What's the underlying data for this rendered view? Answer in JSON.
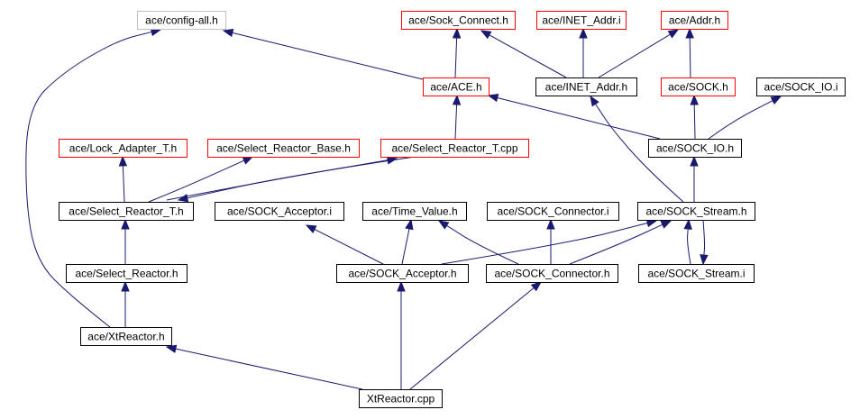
{
  "diagram": {
    "type": "include-dependency-graph",
    "root": "XtReactor.cpp",
    "colors": {
      "edge": "#191970",
      "border_default": "#000000",
      "border_truncated": "#ff0000",
      "border_external": "#bfbfbf",
      "root_fill": "#000000",
      "root_text": "#ffffff"
    },
    "nodes": [
      {
        "id": "config_all_h",
        "label": "ace/config-all.h",
        "style": "external"
      },
      {
        "id": "sock_connect_h",
        "label": "ace/Sock_Connect.h",
        "style": "truncated"
      },
      {
        "id": "inet_addr_i",
        "label": "ace/INET_Addr.i",
        "style": "truncated"
      },
      {
        "id": "addr_h",
        "label": "ace/Addr.h",
        "style": "truncated"
      },
      {
        "id": "ace_h",
        "label": "ace/ACE.h",
        "style": "truncated"
      },
      {
        "id": "inet_addr_h",
        "label": "ace/INET_Addr.h",
        "style": "default"
      },
      {
        "id": "sock_h",
        "label": "ace/SOCK.h",
        "style": "truncated"
      },
      {
        "id": "sock_io_i",
        "label": "ace/SOCK_IO.i",
        "style": "default"
      },
      {
        "id": "lock_adapter_t_h",
        "label": "ace/Lock_Adapter_T.h",
        "style": "truncated"
      },
      {
        "id": "select_reactor_base_h",
        "label": "ace/Select_Reactor_Base.h",
        "style": "truncated"
      },
      {
        "id": "select_reactor_t_cpp",
        "label": "ace/Select_Reactor_T.cpp",
        "style": "truncated"
      },
      {
        "id": "sock_io_h",
        "label": "ace/SOCK_IO.h",
        "style": "default"
      },
      {
        "id": "select_reactor_t_h",
        "label": "ace/Select_Reactor_T.h",
        "style": "default"
      },
      {
        "id": "sock_acceptor_i",
        "label": "ace/SOCK_Acceptor.i",
        "style": "default"
      },
      {
        "id": "time_value_h",
        "label": "ace/Time_Value.h",
        "style": "default"
      },
      {
        "id": "sock_connector_i",
        "label": "ace/SOCK_Connector.i",
        "style": "default"
      },
      {
        "id": "sock_stream_h",
        "label": "ace/SOCK_Stream.h",
        "style": "default"
      },
      {
        "id": "select_reactor_h",
        "label": "ace/Select_Reactor.h",
        "style": "default"
      },
      {
        "id": "sock_acceptor_h",
        "label": "ace/SOCK_Acceptor.h",
        "style": "default"
      },
      {
        "id": "sock_connector_h",
        "label": "ace/SOCK_Connector.h",
        "style": "default"
      },
      {
        "id": "sock_stream_i",
        "label": "ace/SOCK_Stream.i",
        "style": "default"
      },
      {
        "id": "xtreactor_h",
        "label": "ace/XtReactor.h",
        "style": "default"
      },
      {
        "id": "xtreactor_cpp",
        "label": "XtReactor.cpp",
        "style": "root"
      }
    ],
    "edges": [
      {
        "from": "xtreactor_cpp",
        "to": "xtreactor_h"
      },
      {
        "from": "xtreactor_cpp",
        "to": "sock_acceptor_h"
      },
      {
        "from": "xtreactor_cpp",
        "to": "sock_connector_h"
      },
      {
        "from": "xtreactor_h",
        "to": "select_reactor_h"
      },
      {
        "from": "xtreactor_h",
        "to": "config_all_h"
      },
      {
        "from": "select_reactor_h",
        "to": "select_reactor_t_h"
      },
      {
        "from": "select_reactor_t_h",
        "to": "lock_adapter_t_h"
      },
      {
        "from": "select_reactor_t_h",
        "to": "select_reactor_base_h"
      },
      {
        "from": "select_reactor_t_h",
        "to": "select_reactor_t_cpp"
      },
      {
        "from": "select_reactor_t_cpp",
        "to": "select_reactor_t_h"
      },
      {
        "from": "select_reactor_t_cpp",
        "to": "ace_h"
      },
      {
        "from": "ace_h",
        "to": "config_all_h"
      },
      {
        "from": "ace_h",
        "to": "sock_connect_h"
      },
      {
        "from": "inet_addr_h",
        "to": "sock_connect_h"
      },
      {
        "from": "inet_addr_h",
        "to": "inet_addr_i"
      },
      {
        "from": "inet_addr_h",
        "to": "addr_h"
      },
      {
        "from": "sock_h",
        "to": "addr_h"
      },
      {
        "from": "sock_io_h",
        "to": "ace_h"
      },
      {
        "from": "sock_io_h",
        "to": "sock_h"
      },
      {
        "from": "sock_io_h",
        "to": "sock_io_i"
      },
      {
        "from": "sock_stream_h",
        "to": "sock_io_h"
      },
      {
        "from": "sock_stream_h",
        "to": "inet_addr_h"
      },
      {
        "from": "sock_stream_h",
        "to": "sock_stream_i"
      },
      {
        "from": "sock_stream_i",
        "to": "sock_stream_h"
      },
      {
        "from": "sock_acceptor_h",
        "to": "sock_acceptor_i"
      },
      {
        "from": "sock_acceptor_h",
        "to": "time_value_h"
      },
      {
        "from": "sock_acceptor_h",
        "to": "sock_stream_h"
      },
      {
        "from": "sock_connector_h",
        "to": "time_value_h"
      },
      {
        "from": "sock_connector_h",
        "to": "sock_connector_i"
      },
      {
        "from": "sock_connector_h",
        "to": "sock_stream_h"
      }
    ]
  }
}
